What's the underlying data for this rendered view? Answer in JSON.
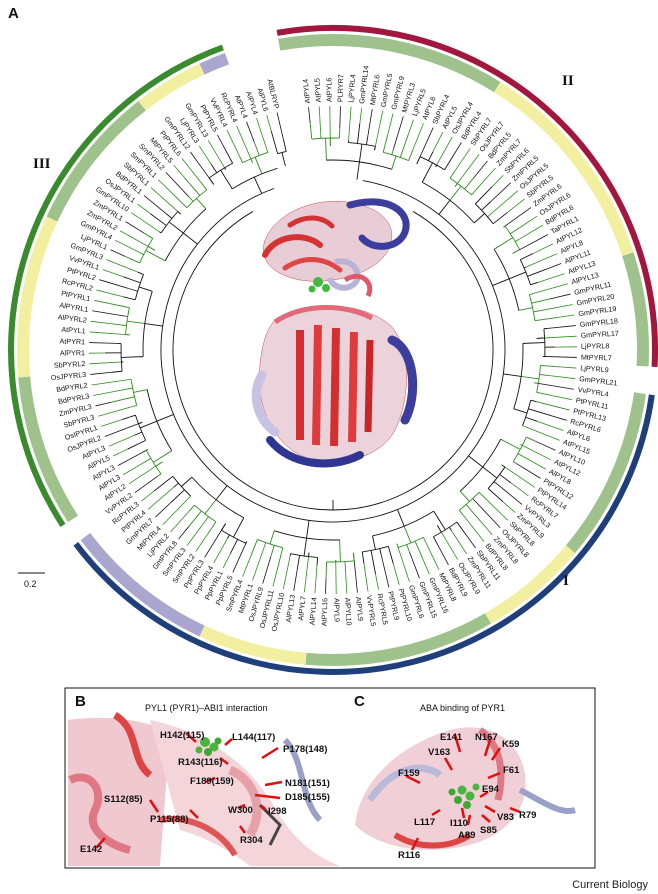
{
  "panels": {
    "a": {
      "letter": "A"
    },
    "b": {
      "letter": "B",
      "title": "PYL1 (PYR1)–ABI1 interaction"
    },
    "c": {
      "letter": "C",
      "title": "ABA binding of PYR1"
    }
  },
  "clades": {
    "I": "I",
    "II": "II",
    "III": "III"
  },
  "scale_bar": {
    "label": "0.2"
  },
  "footer": "Current Biology",
  "colors": {
    "red": "#a1173e",
    "blue": "#1f3f7a",
    "green": "#3a8a2e",
    "light_green": "#9fc28d",
    "yellow": "#f3efa0",
    "lavender": "#a9a6cf",
    "branch_green": "#2f8c1f"
  },
  "leaves_clockwise_from_top": [
    "AtPYL4",
    "AtPYL5",
    "AtPYL6",
    "PLRYR7",
    "LjPYRL4",
    "GmPYRL14",
    "MtPYRL6",
    "GmPYRL5",
    "GmPYRL9",
    "MtPYRL3",
    "LjPYRL5",
    "AtPYL6",
    "SbPYRL4",
    "AtPYL5",
    "OsJPYRL4",
    "BdPYRL4",
    "SbPYRL7",
    "OsJPYRL7",
    "BdPYRL5",
    "ZmPYRL7",
    "SbPYRL6",
    "ZmPYRL5",
    "OsJPYRL5",
    "SbPYRL5",
    "ZmPYRL6",
    "OsJPYRL6",
    "BdPYRL6",
    "TaPYRL1",
    "AtPYL12",
    "AlPYL8",
    "AlPYL11",
    "AtPYL13",
    "AlPYL13",
    "GmPYRL11",
    "GmPYRL20",
    "GmPYRL19",
    "GmPYRL18",
    "GmPYRL17",
    "LjPYRL8",
    "MtPYRL7",
    "LjPYRL9",
    "GmPYRL21",
    "VvPYRL4",
    "PtPYRL11",
    "PtPYRL13",
    "RcPYRL6",
    "AlPYL6",
    "AtPYL15",
    "AlPYL10",
    "AtPYL12",
    "AlPYL8",
    "PtPYRL12",
    "PtPYRL14",
    "RcPYRL7",
    "VvPYRL3",
    "ZmPYRL9",
    "SbPYRL8",
    "OsJPYRL8",
    "ZmPYRL8",
    "BdPYRL8",
    "SbPYRL11",
    "ZmPYRL11",
    "OsJPYRL9",
    "BdPYRL9",
    "MtPYRL8",
    "GmPYRL16",
    "GmPYRL15",
    "GmPYRL6",
    "PtPYRL10",
    "PtPYRL9",
    "RcPYRL5",
    "VvPYRL5",
    "AtPYL9",
    "AlPYL10",
    "AlPYL9",
    "AtPYL16",
    "AlPYL14",
    "AtPYL7",
    "AlPYL13",
    "OsJPYRL10",
    "OsJPYRL11",
    "OsJPYRL9",
    "MtPYRL1",
    "SmPYRL4",
    "PpPYRL5",
    "PpPYRL1",
    "PpPYRL4",
    "PpPYRL3",
    "SmPYRL2",
    "SmPYRL3",
    "GmPYRL8",
    "LjPYRL2",
    "MtPYRL4",
    "GmPYRL7",
    "PtPYRL4",
    "RcPYRL3",
    "VvPYRL2",
    "AtPYL2",
    "AlPYL3",
    "AtPYL3",
    "AlPYL5",
    "AtPYL3",
    "OsJPYRL2",
    "OsIPYRL1",
    "SbPYRL3",
    "ZmPYRL3",
    "BdPYRL3",
    "BdPYRL2",
    "OsJPYRL3",
    "SbPYRL2",
    "AlPYR1",
    "AtPYR1",
    "AtPYL1",
    "AlPYRL2",
    "AlPYRL1",
    "PtPYRL1",
    "RcPYRL2",
    "PtPYRL2",
    "VvPYRL1",
    "GmPYRL3",
    "LjPYRL1",
    "GmPYRL4",
    "ZmPYRL2",
    "ZmPYRL1",
    "GmPYRL10",
    "OsJPYRL1",
    "BdPYRL1",
    "SbPYRL1",
    "SmPYRL1",
    "SmPYRL2",
    "MtPYRL5",
    "PtPYRL6",
    "GmPYRL12",
    "LjPYRL3",
    "GmPYRL13",
    "PtPYRL5",
    "VvPYRL4",
    "RcPYRL4",
    "AtPYL4",
    "AlPYL4",
    "AlPYL6",
    "AtBLRYP"
  ],
  "residues_b": [
    "H142(115)",
    "L144(117)",
    "R143(116)",
    "P178(148)",
    "F189(159)",
    "N181(151)",
    "D185(155)",
    "W300",
    "I298",
    "S112(85)",
    "P115(88)",
    "R304",
    "E142"
  ],
  "residues_c": [
    "E141",
    "N167",
    "K59",
    "V163",
    "F61",
    "F159",
    "E94",
    "I110",
    "V83",
    "R79",
    "L117",
    "A89",
    "S85",
    "R116"
  ]
}
